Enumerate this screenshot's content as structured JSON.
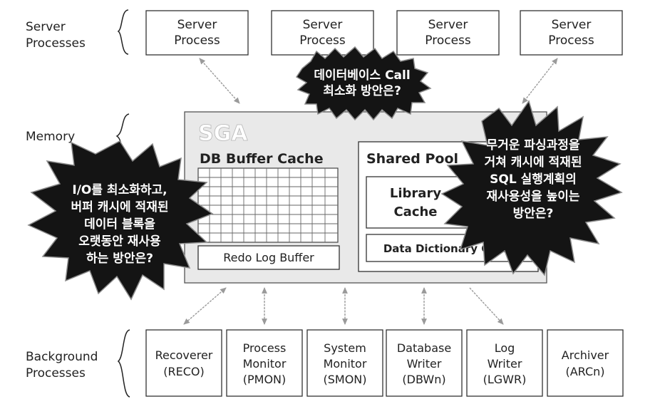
{
  "side_labels": {
    "server_processes": [
      "Server",
      "Processes"
    ],
    "memory": "Memory",
    "background_processes": [
      "Background",
      "Processes"
    ]
  },
  "server_processes": [
    {
      "line1": "Server",
      "line2": "Process"
    },
    {
      "line1": "Server",
      "line2": "Process"
    },
    {
      "line1": "Server",
      "line2": "Process"
    },
    {
      "line1": "Server",
      "line2": "Process"
    }
  ],
  "sga": {
    "title": "SGA",
    "db_buffer_cache": "DB Buffer Cache",
    "redo_log_buffer": "Redo Log Buffer",
    "shared_pool": "Shared Pool",
    "library_cache": [
      "Library",
      "Cache"
    ],
    "data_dictionary_cache": "Data Dictionary Cache"
  },
  "background_processes": [
    {
      "line1": "Recoverer",
      "line2": "(RECO)",
      "line3": ""
    },
    {
      "line1": "Process",
      "line2": "Monitor",
      "line3": "(PMON)"
    },
    {
      "line1": "System",
      "line2": "Monitor",
      "line3": "(SMON)"
    },
    {
      "line1": "Database",
      "line2": "Writer",
      "line3": "(DBWn)"
    },
    {
      "line1": "Log",
      "line2": "Writer",
      "line3": "(LGWR)"
    },
    {
      "line1": "Archiver",
      "line2": "(ARCn)",
      "line3": ""
    }
  ],
  "callouts": {
    "db_call": [
      "데이터베이스 Call",
      "최소화 방안은?"
    ],
    "io": [
      "I/O를 최소화하고,",
      "버퍼 캐시에 적재된",
      "데이터 블록을",
      "오랫동안 재사용",
      "하는 방안은?"
    ],
    "parsing": [
      "무거운 파싱과정을",
      "거쳐 캐시에 적재된",
      "SQL 실행계획의",
      "재사용성을 높이는",
      "방안은?"
    ]
  },
  "colors": {
    "burst_fill": "#141414",
    "sga_fill": "#e9e9e9",
    "arrow": "#9a9a9a"
  }
}
